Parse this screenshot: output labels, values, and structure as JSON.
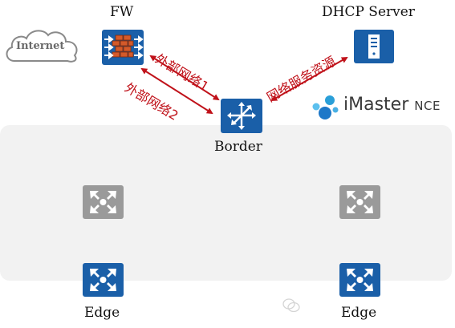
{
  "nodes": {
    "internet": "Internet",
    "fw": "FW",
    "dhcp": "DHCP Server",
    "border": "Border",
    "edge_left": "Edge",
    "edge_right": "Edge"
  },
  "links": {
    "external1": "外部网络1",
    "external2": "外部网络2",
    "network_service": "网络服务资源"
  },
  "logo": {
    "brand": "iMaster",
    "product": "NCE"
  },
  "colors": {
    "device_blue": "#1a5fa8",
    "device_gray": "#9a9a9a",
    "link_red": "#c0121a",
    "fabric_bg": "#f2f2f2"
  }
}
